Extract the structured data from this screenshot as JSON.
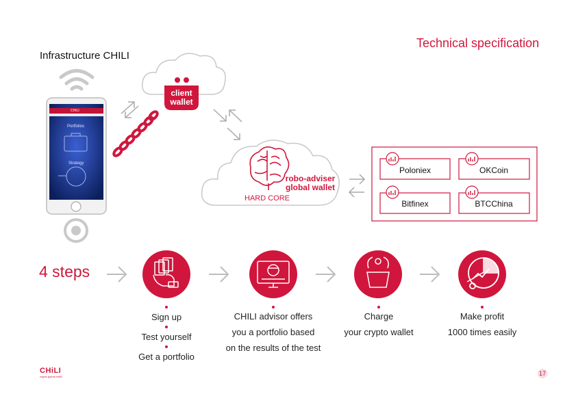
{
  "header": {
    "title": "Technical specification",
    "infrastructure": "Infrastructure  CHILI"
  },
  "phone": {
    "brand": "CHILI",
    "menu1": "Portfolios",
    "menu2": "Strategy"
  },
  "client_cloud": {
    "line1": "client",
    "line2": "wallet"
  },
  "core_cloud": {
    "line1": "robo-adviser",
    "line2": "global wallet",
    "label": "HARD CORE"
  },
  "exchanges": [
    "Poloniex",
    "OKCoin",
    "Bitfinex",
    "BTCChina"
  ],
  "steps": {
    "title": "4 steps",
    "items": [
      {
        "lines": [
          "Sign up",
          "Test yourself",
          "Get a portfolio"
        ],
        "icon": "hand-cards-icon"
      },
      {
        "lines": [
          "CHILI advisor offers",
          "you a portfolio based",
          "on the results of the test"
        ],
        "icon": "monitor-icon"
      },
      {
        "lines": [
          "Charge",
          "your crypto wallet"
        ],
        "icon": "wallet-bag-icon"
      },
      {
        "lines": [
          "Make profit",
          "1000 times easily"
        ],
        "icon": "profit-chart-icon"
      }
    ]
  },
  "footer": {
    "logo": "CHiLI",
    "logo_sub": "crypto global index",
    "page": "17"
  },
  "colors": {
    "accent": "#d0163c",
    "cloud_stroke": "#c8c8c8",
    "arrow": "#b0b0b0"
  }
}
